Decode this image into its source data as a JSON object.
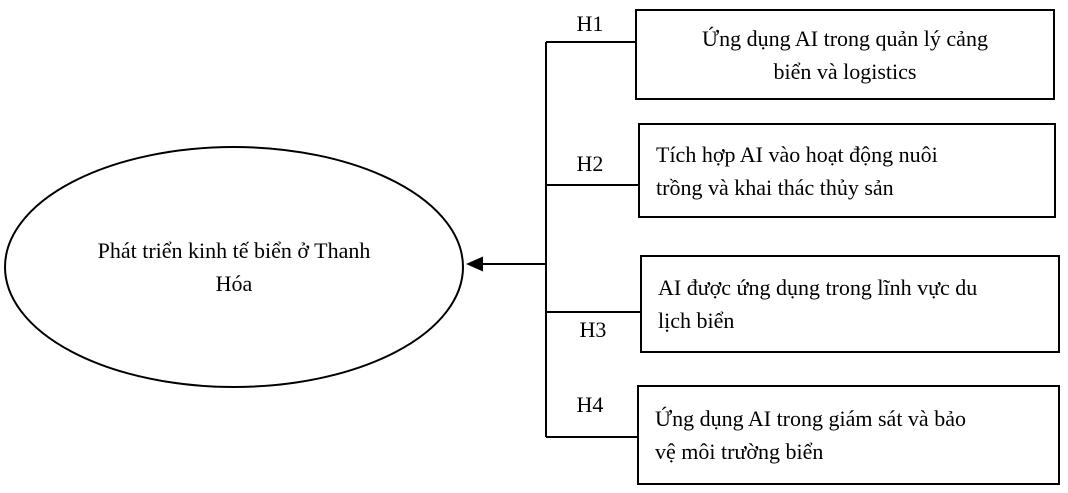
{
  "figure": {
    "central_node": {
      "label": "Phát triển kinh tế biển ở Thanh\nHóa"
    },
    "hypotheses": [
      {
        "id": "H1",
        "label": "Ứng dụng AI trong quản lý cảng\nbiển và logistics"
      },
      {
        "id": "H2",
        "label": "Tích hợp AI vào hoạt động nuôi\ntrồng và khai thác thủy sản"
      },
      {
        "id": "H3",
        "label": "AI được ứng dụng trong lĩnh vực du\nlịch biển"
      },
      {
        "id": "H4",
        "label": "Ứng dụng AI trong giám sát và bảo\nvệ môi trường biển"
      }
    ],
    "colors": {
      "stroke": "#000000",
      "background": "#ffffff",
      "text": "#000000"
    }
  }
}
